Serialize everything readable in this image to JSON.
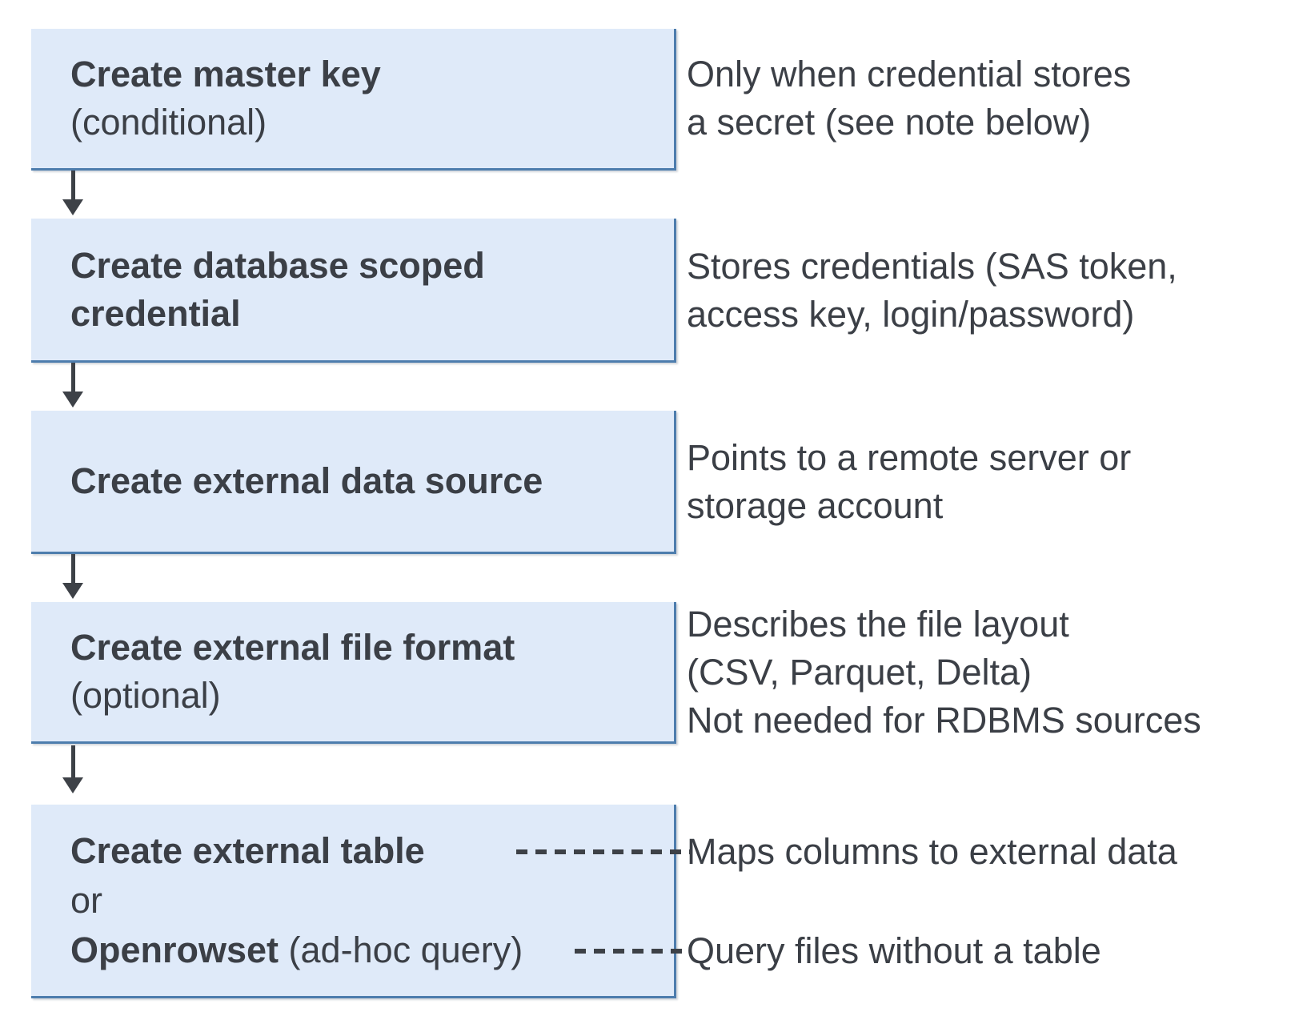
{
  "colors": {
    "background": "#ffffff",
    "box_fill": "#dfeaf9",
    "box_border": "#4d7dad",
    "arrow": "#3d4147",
    "text": "#3b3f46"
  },
  "steps": [
    {
      "title": "Create master key",
      "subtitle": "(conditional)",
      "note": "Only when credential stores\na secret (see note below)"
    },
    {
      "title": "Create database scoped credential",
      "subtitle": "",
      "note": "Stores credentials (SAS token,\naccess key, login/password)"
    },
    {
      "title": "Create external data source",
      "subtitle": "",
      "note": "Points to a remote server or\nstorage account"
    },
    {
      "title": "Create external file format",
      "subtitle": "(optional)",
      "note": "Describes the file layout\n(CSV, Parquet, Delta)\nNot needed for RDBMS sources"
    }
  ],
  "final_step": {
    "option1": "Create external table",
    "conjunction": "or",
    "option2_bold": "Openrowset",
    "option2_rest": " (ad-hoc query)",
    "note_table": "Maps columns to external data",
    "note_openrowset": "Query files without a table"
  }
}
